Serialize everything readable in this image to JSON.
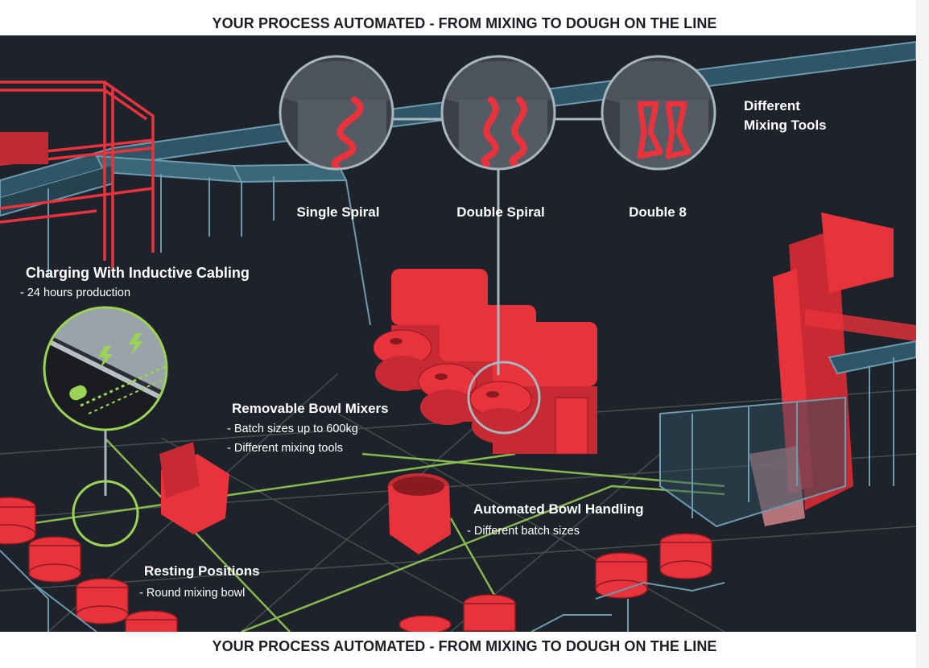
{
  "header": {
    "title": "YOUR PROCESS AUTOMATED - FROM MIXING TO DOUGH ON THE LINE"
  },
  "footer": {
    "title": "YOUR PROCESS AUTOMATED - FROM MIXING TO DOUGH ON THE LINE"
  },
  "tools": {
    "title_line1": "Different",
    "title_line2": "Mixing Tools",
    "items": [
      {
        "label": "Single Spiral"
      },
      {
        "label": "Double Spiral"
      },
      {
        "label": "Double 8"
      }
    ]
  },
  "charging": {
    "title": "Charging With Inductive Cabling",
    "detail": "- 24 hours production"
  },
  "mixers": {
    "title": "Removable Bowl Mixers",
    "details": [
      "- Batch sizes up to 600kg",
      "- Different mixing tools"
    ]
  },
  "handling": {
    "title": "Automated Bowl Handling",
    "detail": "- Different batch sizes"
  },
  "resting": {
    "title": "Resting Positions",
    "detail": "- Round mixing bowl"
  },
  "colors": {
    "background": "#1e222a",
    "machine_red": "#e8323c",
    "conveyor_blue": "#5f8ea1",
    "floor_green": "#9bd357",
    "callout_grey": "#a8b6bd"
  }
}
